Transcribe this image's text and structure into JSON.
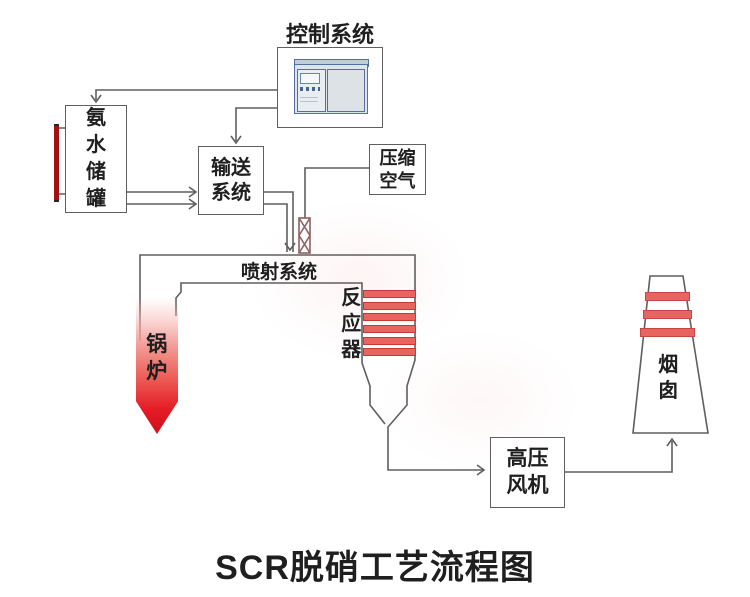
{
  "title": "SCR脱硝工艺流程图",
  "colors": {
    "line": "#5f5f5f",
    "catalyst_red": "#e86461",
    "catalyst_border": "#c23b3b",
    "boiler_red": "#e01420",
    "level_bar_red": "#a31212",
    "cabinet_blue": "#55709c"
  },
  "nodes": {
    "control_system": {
      "label": "控制系统"
    },
    "ammonia_tank": {
      "label": "氨水储罐"
    },
    "transport_system": {
      "label": "输送\n系统"
    },
    "compressed_air": {
      "label": "压缩\n空气"
    },
    "injection_system": {
      "label": "喷射系统"
    },
    "boiler": {
      "label": "锅炉"
    },
    "reactor": {
      "label": "反应器",
      "catalyst_layer_count": 6
    },
    "hp_fan": {
      "label": "高压\n风机"
    },
    "chimney": {
      "label": "烟囱",
      "band_count": 3
    }
  }
}
